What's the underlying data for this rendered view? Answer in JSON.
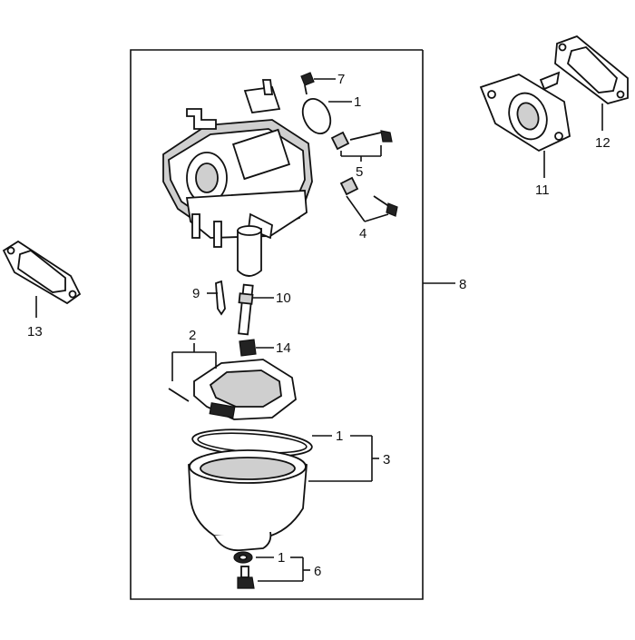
{
  "callouts": {
    "c1a": "1",
    "c1b": "1",
    "c1c": "1",
    "c2": "2",
    "c3": "3",
    "c4": "4",
    "c5": "5",
    "c6": "6",
    "c7": "7",
    "c8": "8",
    "c9": "9",
    "c10": "10",
    "c11": "11",
    "c12": "12",
    "c13": "13",
    "c14": "14"
  }
}
